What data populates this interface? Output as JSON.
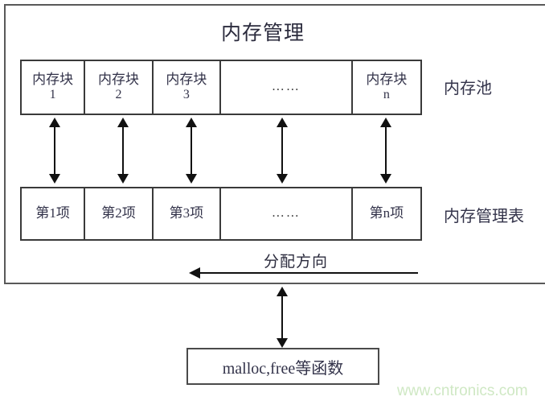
{
  "diagram": {
    "title": "内存管理",
    "pool": {
      "label": "内存池",
      "cells": [
        {
          "line1": "内存块",
          "line2": "1"
        },
        {
          "line1": "内存块",
          "line2": "2"
        },
        {
          "line1": "内存块",
          "line2": "3"
        },
        {
          "line1": "……",
          "line2": ""
        },
        {
          "line1": "内存块",
          "line2": "n"
        }
      ]
    },
    "table": {
      "label": "内存管理表",
      "cells": [
        {
          "line1": "第1项"
        },
        {
          "line1": "第2项"
        },
        {
          "line1": "第3项"
        },
        {
          "line1": "……"
        },
        {
          "line1": "第n项"
        }
      ]
    },
    "allocation": {
      "label": "分配方向",
      "direction": "left"
    },
    "functions_box": {
      "label": "malloc,free等函数"
    },
    "watermark": "www.cntronics.com",
    "colors": {
      "frame": "#595959",
      "box_border": "#3a3a3a",
      "text": "#33334a",
      "arrow": "#111111",
      "watermark": "#cfe8c4",
      "background": "#ffffff"
    }
  }
}
